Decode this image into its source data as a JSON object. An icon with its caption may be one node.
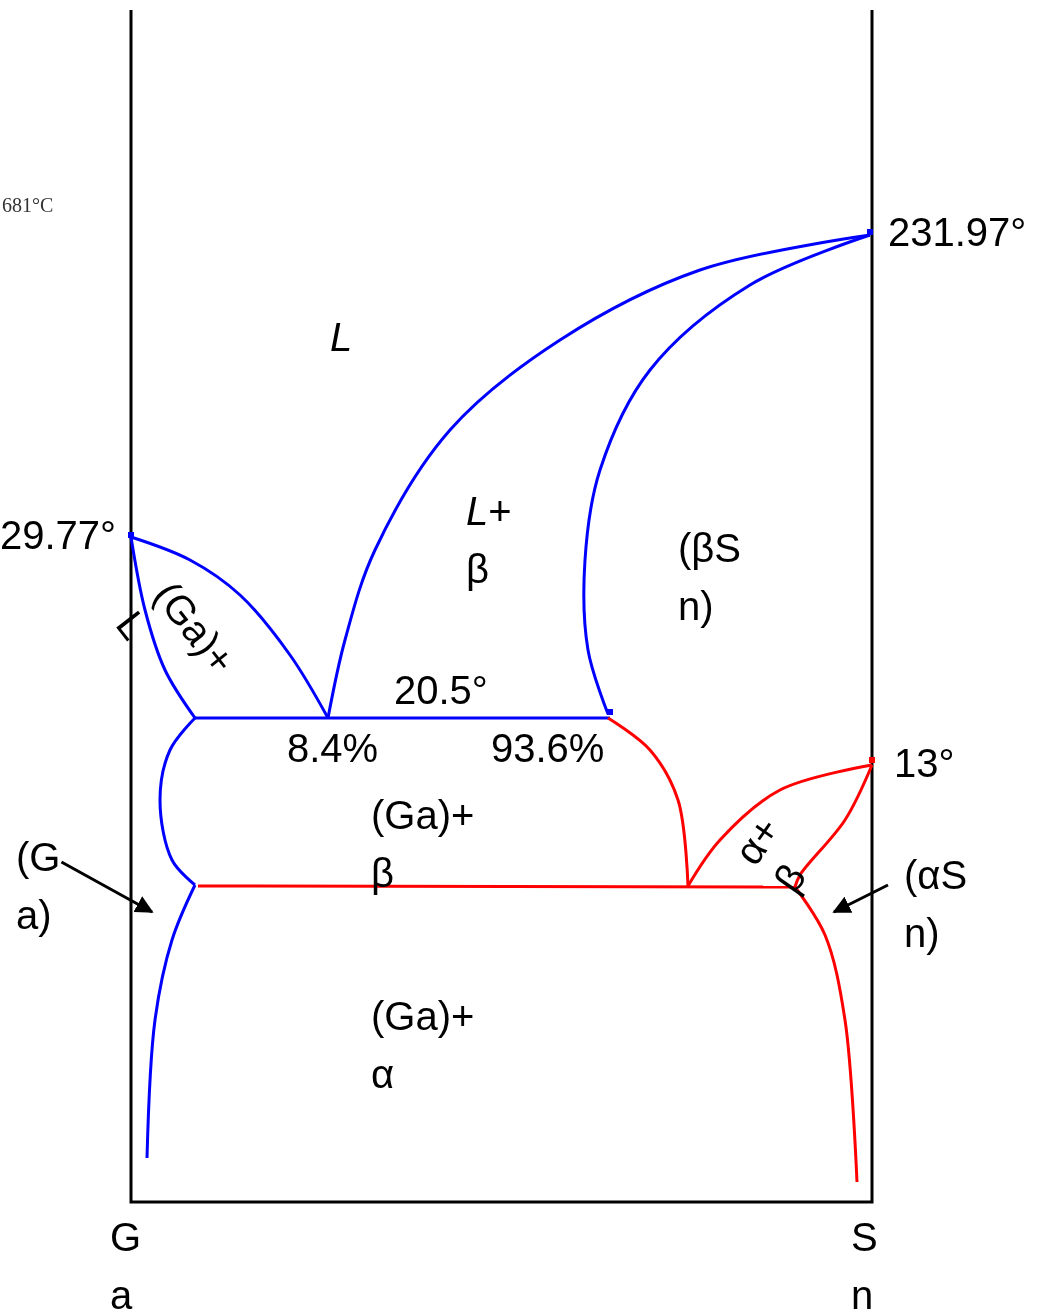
{
  "diagram": {
    "nodes": [
      {
        "text": [
          "(G a)"
        ]
      },
      {
        "text": [
          "(αS n)"
        ]
      }
    ],
    "edges": [
      {
        "from": 0,
        "to": null,
        "arrow": "to"
      },
      {
        "from": 1,
        "to": null,
        "arrow": "to"
      }
    ],
    "labels": [
      "681°C",
      "231.97°",
      "29.77°",
      "L",
      "*L*+ β",
      "(βS n)",
      "(Ga)+ L",
      "20.5°",
      "8.4%",
      "93.6%",
      "13°",
      "(Ga)+ β",
      "α+ β",
      "(Ga)+ α",
      "G a",
      "S n"
    ]
  }
}
